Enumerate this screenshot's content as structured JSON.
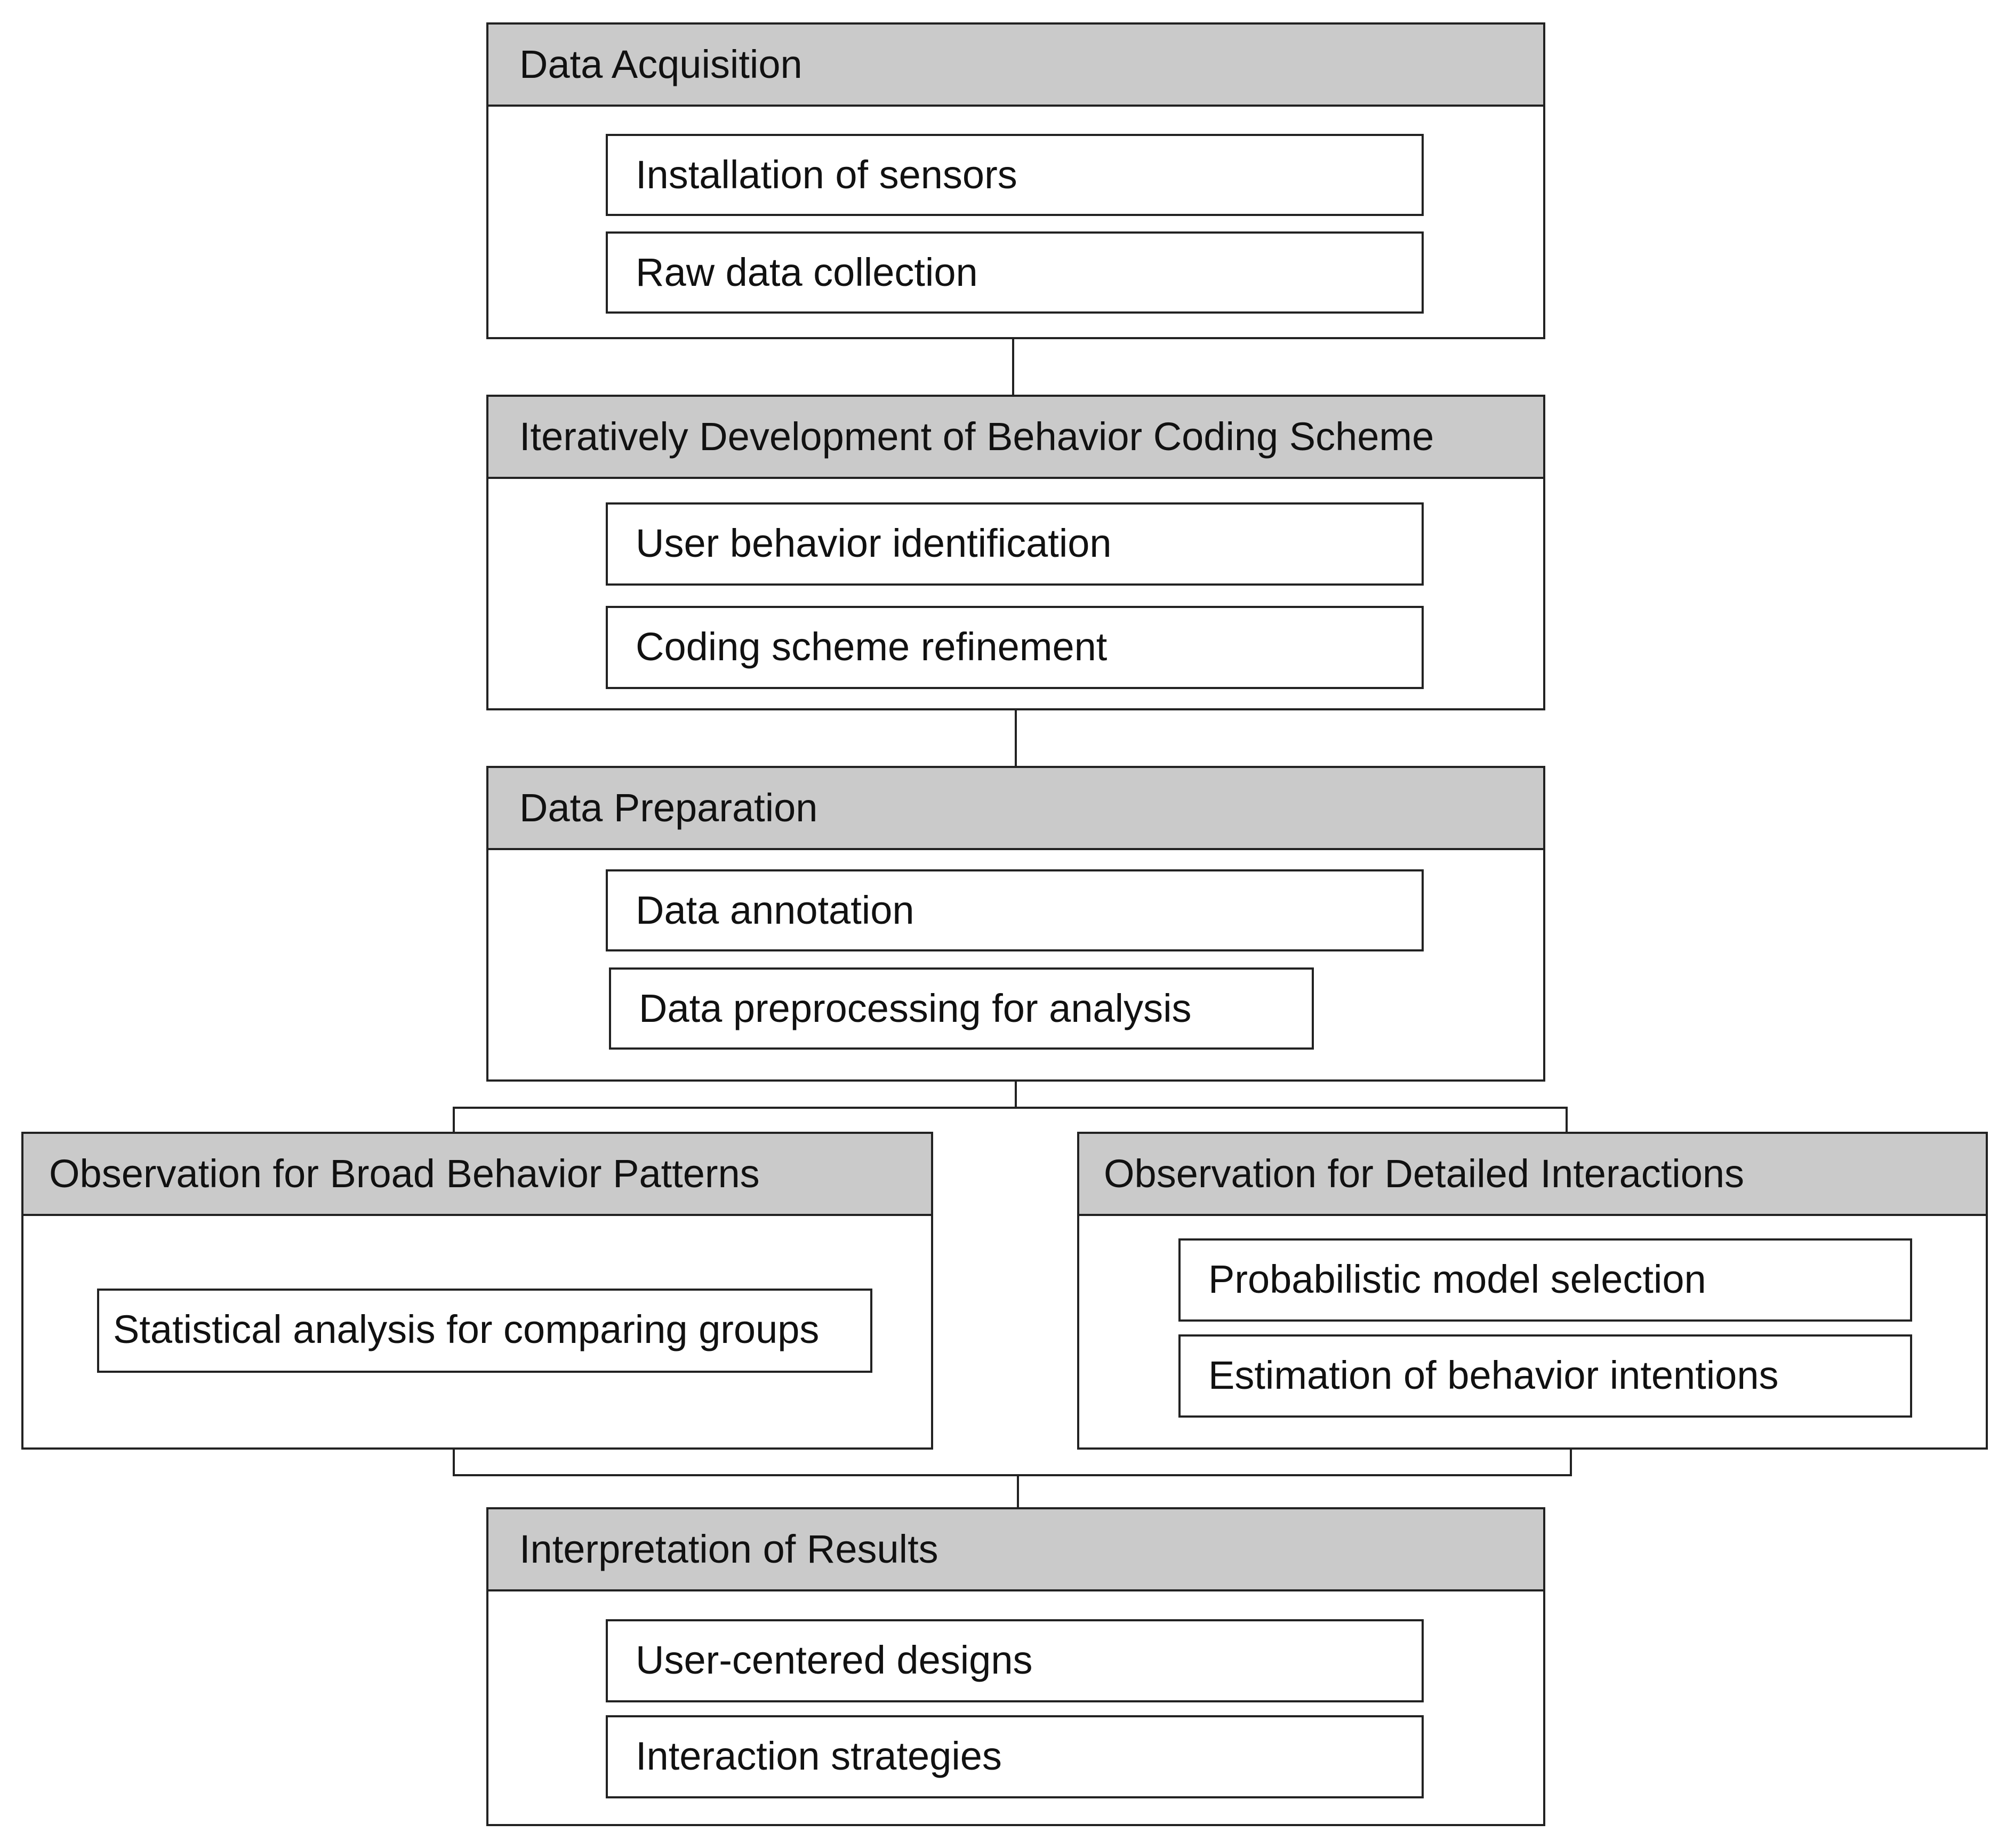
{
  "sections": {
    "acquisition": {
      "title": "Data Acquisition",
      "items": [
        "Installation of sensors",
        "Raw data collection"
      ]
    },
    "coding_scheme": {
      "title": "Iteratively Development of Behavior Coding Scheme",
      "items": [
        "User behavior identification",
        "Coding scheme refinement"
      ]
    },
    "preparation": {
      "title": "Data Preparation",
      "items": [
        "Data annotation",
        "Data preprocessing for analysis"
      ]
    },
    "broad_patterns": {
      "title": "Observation for Broad Behavior Patterns",
      "items": [
        "Statistical analysis for comparing groups"
      ]
    },
    "detailed_interactions": {
      "title": "Observation for Detailed Interactions",
      "items": [
        "Probabilistic model selection",
        "Estimation of behavior intentions"
      ]
    },
    "interpretation": {
      "title": "Interpretation of Results",
      "items": [
        "User-centered designs",
        "Interaction strategies"
      ]
    }
  },
  "colors": {
    "header_fill": "#cacaca",
    "line": "#222222",
    "background": "#ffffff"
  }
}
